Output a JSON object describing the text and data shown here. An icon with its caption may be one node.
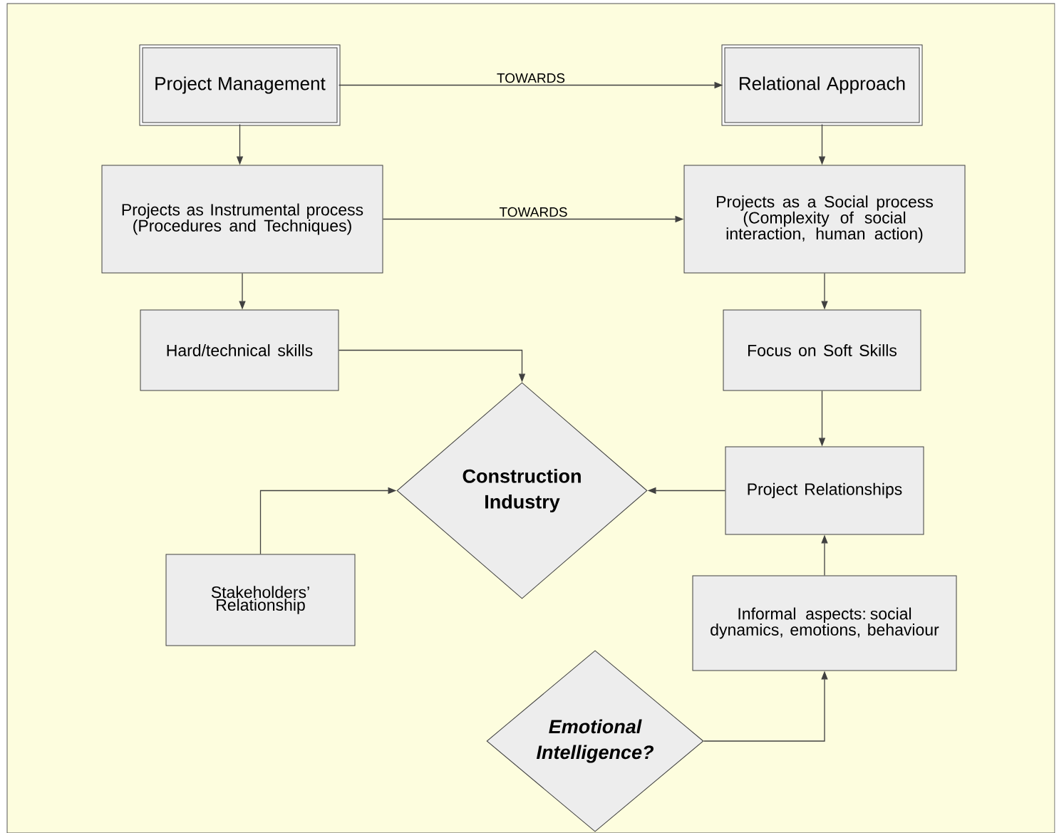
{
  "diagram": {
    "nodes": [
      {
        "text": [
          "Project Management"
        ]
      },
      {
        "text": [
          "Relational Approach"
        ]
      },
      {
        "text": [
          "Projects as Instrumental process (Procedures and Techniques)"
        ]
      },
      {
        "text": [
          "Projects as a Social process (Complexity of social interaction, human action)"
        ]
      },
      {
        "text": [
          "Hard/technical skills"
        ]
      },
      {
        "text": [
          "Focus on Soft Skills"
        ]
      },
      {
        "text": [
          "Construction Industry"
        ]
      },
      {
        "text": [
          "Project Relationships"
        ]
      },
      {
        "text": [
          "Stakeholders’ Relationship"
        ]
      },
      {
        "text": [
          "Informal aspects: social dynamics, emotions, behaviour"
        ]
      },
      {
        "text": [
          "Emotional Intelligence?"
        ]
      }
    ],
    "edges": [
      {
        "from": 0,
        "to": 1,
        "arrow": "to",
        "label": "TOWARDS"
      },
      {
        "from": 0,
        "to": 2,
        "arrow": "to"
      },
      {
        "from": 1,
        "to": 3,
        "arrow": "to"
      },
      {
        "from": 2,
        "to": 3,
        "arrow": "to",
        "label": "TOWARDS"
      },
      {
        "from": 2,
        "to": 4,
        "arrow": "to"
      },
      {
        "from": 3,
        "to": 5,
        "arrow": "to"
      },
      {
        "from": 4,
        "to": 6,
        "arrow": "to"
      },
      {
        "from": 5,
        "to": 7,
        "arrow": "to"
      },
      {
        "from": 7,
        "to": 6,
        "arrow": "to"
      },
      {
        "from": 8,
        "to": 6,
        "arrow": "to"
      },
      {
        "from": 9,
        "to": 7,
        "arrow": "to"
      },
      {
        "from": 10,
        "to": 9,
        "arrow": "to"
      }
    ]
  }
}
